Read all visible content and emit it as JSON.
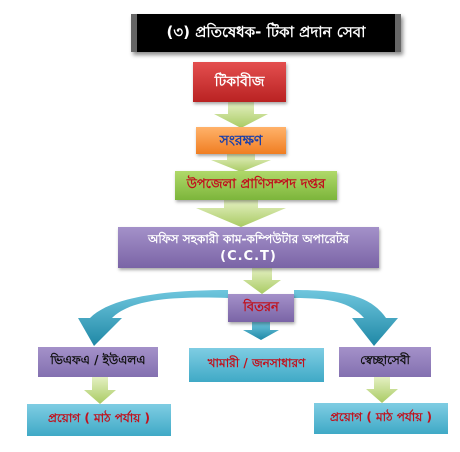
{
  "title": "(৩) প্রতিষেধক- টিকা প্রদান সেবা",
  "nodes": {
    "vaccine_seed": "টিকাবীজ",
    "storage": "সংরক্ষণ",
    "upazila_office": "উপজেলা প্রাণিসম্পদ দপ্তর",
    "office_assistant": "অফিস সহকারী কাম-কম্পিউটার অপারেটর",
    "cct": "(C.C.T)",
    "distribution": "বিতরন",
    "vfa_ulo": "ভিএফএ / ইউএলএ",
    "farmer_public": "খামারী / জনসাধারণ",
    "volunteer": "স্বেচ্ছাসেবী",
    "apply_left": "প্রয়োগ ( মাঠ পর্যায় )",
    "apply_right": "প্রয়োগ ( মাঠ পর্যায় )"
  },
  "colors": {
    "arrow_green": "#bcd67a",
    "arrow_teal": "#2e9cb8",
    "box_red": "#c62e2e",
    "box_orange": "#f4923c",
    "box_green": "#92c650",
    "box_purple": "#8e7bb8",
    "box_cyan": "#5cbdd6"
  }
}
